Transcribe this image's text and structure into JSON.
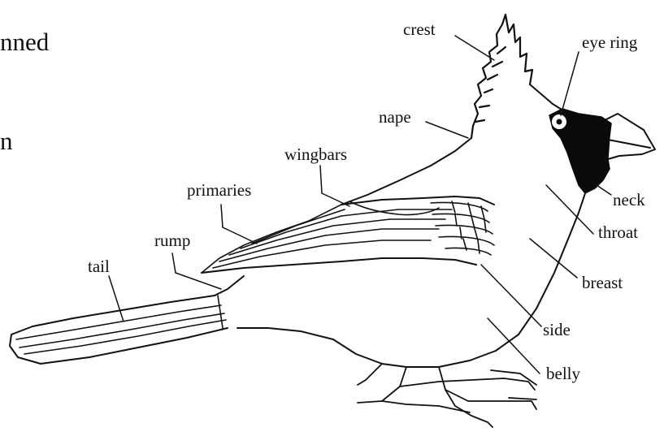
{
  "fragments": {
    "line1": "nned",
    "line2": "n"
  },
  "labels": {
    "crest": "crest",
    "eye_ring": "eye ring",
    "nape": "nape",
    "wingbars": "wingbars",
    "primaries": "primaries",
    "rump": "rump",
    "tail": "tail",
    "neck": "neck",
    "throat": "throat",
    "breast": "breast",
    "side": "side",
    "belly": "belly"
  },
  "colors": {
    "ink": "#111111",
    "mask": "#0a0a0a",
    "background": "#ffffff"
  }
}
